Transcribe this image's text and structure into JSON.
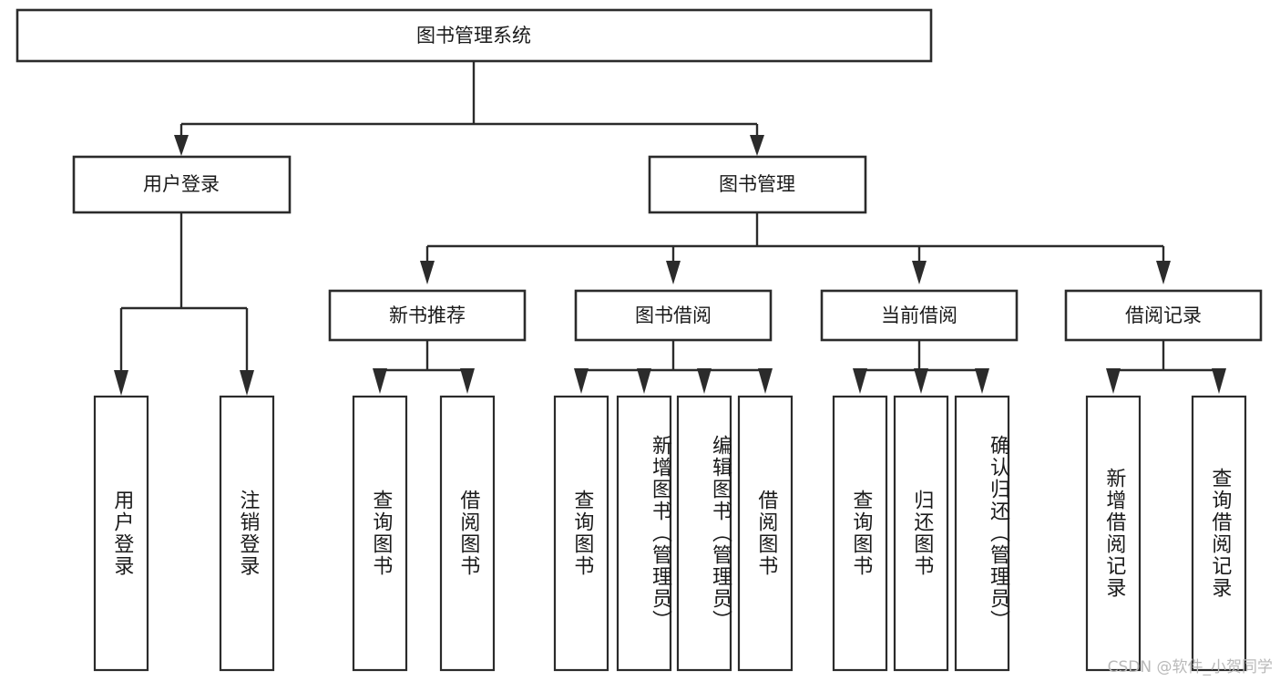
{
  "diagram": {
    "title": "图书管理系统",
    "watermark": "CSDN @软件_小贺同学",
    "colors": {
      "stroke": "#2b2b2b",
      "fill": "#ffffff",
      "text": "#1a1a1a",
      "watermark": "#b9b9b9"
    },
    "root": {
      "label": "图书管理系统"
    },
    "level2": [
      {
        "label": "用户登录"
      },
      {
        "label": "图书管理"
      }
    ],
    "level3": [
      {
        "label": "新书推荐"
      },
      {
        "label": "图书借阅"
      },
      {
        "label": "当前借阅"
      },
      {
        "label": "借阅记录"
      }
    ],
    "leaves": {
      "user_login": [
        {
          "label": "用户登录"
        },
        {
          "label": "注销登录"
        }
      ],
      "new_book_recommend": [
        {
          "label": "查询图书"
        },
        {
          "label": "借阅图书"
        }
      ],
      "book_borrow": [
        {
          "label": "查询图书"
        },
        {
          "label": "新增图书（管理员）"
        },
        {
          "label": "编辑图书（管理员）"
        },
        {
          "label": "借阅图书"
        }
      ],
      "current_borrow": [
        {
          "label": "查询图书"
        },
        {
          "label": "归还图书"
        },
        {
          "label": "确认归还（管理员）"
        }
      ],
      "borrow_records": [
        {
          "label": "新增借阅记录"
        },
        {
          "label": "查询借阅记录"
        }
      ]
    }
  }
}
